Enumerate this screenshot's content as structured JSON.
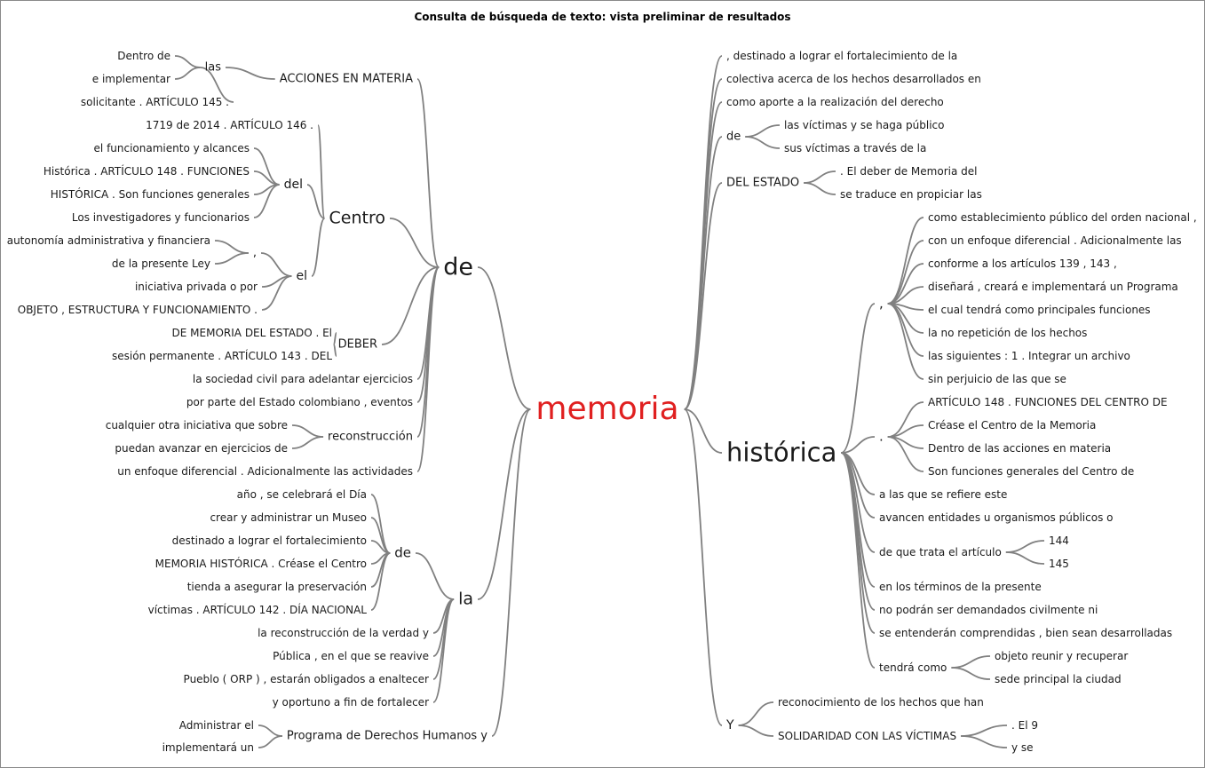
{
  "title": "Consulta de búsqueda de texto: vista preliminar de resultados",
  "colors": {
    "root": "#e02020",
    "edge": "#808080",
    "text": "#1a1a1a",
    "border": "#8a8a8a"
  },
  "tree": {
    "root": "memoria",
    "left": [
      {
        "label": "de",
        "children": [
          {
            "label": "ACCIONES EN MATERIA",
            "children": [
              {
                "label": "las",
                "children": [
                  {
                    "label": "Dentro de"
                  },
                  {
                    "label": "e implementar"
                  },
                  {
                    "label": "solicitante . ARTÍCULO 145 ."
                  }
                ]
              }
            ]
          },
          {
            "label": "Centro",
            "children": [
              {
                "label": "1719 de 2014 . ARTÍCULO 146 ."
              },
              {
                "label": "del",
                "children": [
                  {
                    "label": "el funcionamiento y alcances"
                  },
                  {
                    "label": "Histórica . ARTÍCULO 148 . FUNCIONES"
                  },
                  {
                    "label": "HISTÓRICA . Son funciones generales"
                  },
                  {
                    "label": "Los investigadores y funcionarios"
                  }
                ]
              },
              {
                "label": "el",
                "children": [
                  {
                    "label": ",",
                    "children": [
                      {
                        "label": "autonomía administrativa y financiera"
                      },
                      {
                        "label": "de la presente Ley"
                      }
                    ]
                  },
                  {
                    "label": "iniciativa privada o por"
                  },
                  {
                    "label": "OBJETO , ESTRUCTURA Y FUNCIONAMIENTO ."
                  }
                ]
              }
            ]
          },
          {
            "label": "DEBER",
            "children": [
              {
                "label": "DE MEMORIA DEL ESTADO . El"
              },
              {
                "label": "sesión permanente . ARTÍCULO 143 . DEL"
              }
            ]
          },
          {
            "label": "la sociedad civil para adelantar ejercicios"
          },
          {
            "label": "por parte del Estado colombiano , eventos"
          },
          {
            "label": "reconstrucción",
            "children": [
              {
                "label": "cualquier otra iniciativa que sobre"
              },
              {
                "label": "puedan avanzar en ejercicios de"
              }
            ]
          },
          {
            "label": "un enfoque diferencial . Adicionalmente las actividades"
          }
        ]
      },
      {
        "label": "la",
        "children": [
          {
            "label": "de",
            "children": [
              {
                "label": "año , se celebrará el Día"
              },
              {
                "label": "crear y administrar un Museo"
              },
              {
                "label": "destinado a lograr el fortalecimiento"
              },
              {
                "label": "MEMORIA HISTÓRICA . Créase el Centro"
              },
              {
                "label": "tienda a asegurar la preservación"
              },
              {
                "label": "víctimas . ARTÍCULO 142 . DÍA NACIONAL"
              }
            ]
          },
          {
            "label": "la reconstrucción de la verdad y"
          },
          {
            "label": "Pública , en el que se reavive"
          },
          {
            "label": "Pueblo ( ORP ) , estarán obligados a enaltecer"
          },
          {
            "label": "y oportuno a fin de fortalecer"
          }
        ]
      },
      {
        "label": "Programa de Derechos Humanos y",
        "children": [
          {
            "label": "Administrar el"
          },
          {
            "label": "implementará un"
          }
        ]
      }
    ],
    "right": [
      {
        "label": ", destinado a lograr el fortalecimiento de la"
      },
      {
        "label": "colectiva acerca de los hechos desarrollados en"
      },
      {
        "label": "como aporte a la realización del derecho"
      },
      {
        "label": "de",
        "children": [
          {
            "label": "las víctimas y se haga público"
          },
          {
            "label": "sus víctimas a través de la"
          }
        ]
      },
      {
        "label": "DEL ESTADO",
        "children": [
          {
            "label": ". El deber de Memoria del"
          },
          {
            "label": "se traduce en propiciar las"
          }
        ]
      },
      {
        "label": "histórica",
        "children": [
          {
            "label": ",",
            "children": [
              {
                "label": "como establecimiento público del orden nacional ,"
              },
              {
                "label": "con un enfoque diferencial . Adicionalmente las"
              },
              {
                "label": "conforme a los artículos 139 , 143 ,"
              },
              {
                "label": "diseñará , creará e implementará un Programa"
              },
              {
                "label": "el cual tendrá como principales funciones"
              },
              {
                "label": "la no repetición de los hechos"
              },
              {
                "label": "las siguientes : 1 . Integrar un archivo"
              },
              {
                "label": "sin perjuicio de las que se"
              }
            ]
          },
          {
            "label": ".",
            "children": [
              {
                "label": "ARTÍCULO 148 . FUNCIONES DEL CENTRO DE"
              },
              {
                "label": "Créase el Centro de la Memoria"
              },
              {
                "label": "Dentro de las acciones en materia"
              },
              {
                "label": "Son funciones generales del Centro de"
              }
            ]
          },
          {
            "label": "a las que se refiere este"
          },
          {
            "label": "avancen entidades u organismos públicos o"
          },
          {
            "label": "de que trata el artículo",
            "children": [
              {
                "label": "144"
              },
              {
                "label": "145"
              }
            ]
          },
          {
            "label": "en los términos de la presente"
          },
          {
            "label": "no podrán ser demandados civilmente ni"
          },
          {
            "label": "se entenderán comprendidas , bien sean desarrolladas"
          },
          {
            "label": "tendrá como",
            "children": [
              {
                "label": "objeto reunir y recuperar"
              },
              {
                "label": "sede principal la ciudad"
              }
            ]
          }
        ]
      },
      {
        "label": "Y",
        "children": [
          {
            "label": "reconocimiento de los hechos que han"
          },
          {
            "label": "SOLIDARIDAD CON LAS VÍCTIMAS",
            "children": [
              {
                "label": ". El 9"
              },
              {
                "label": "y se"
              }
            ]
          }
        ]
      }
    ]
  }
}
